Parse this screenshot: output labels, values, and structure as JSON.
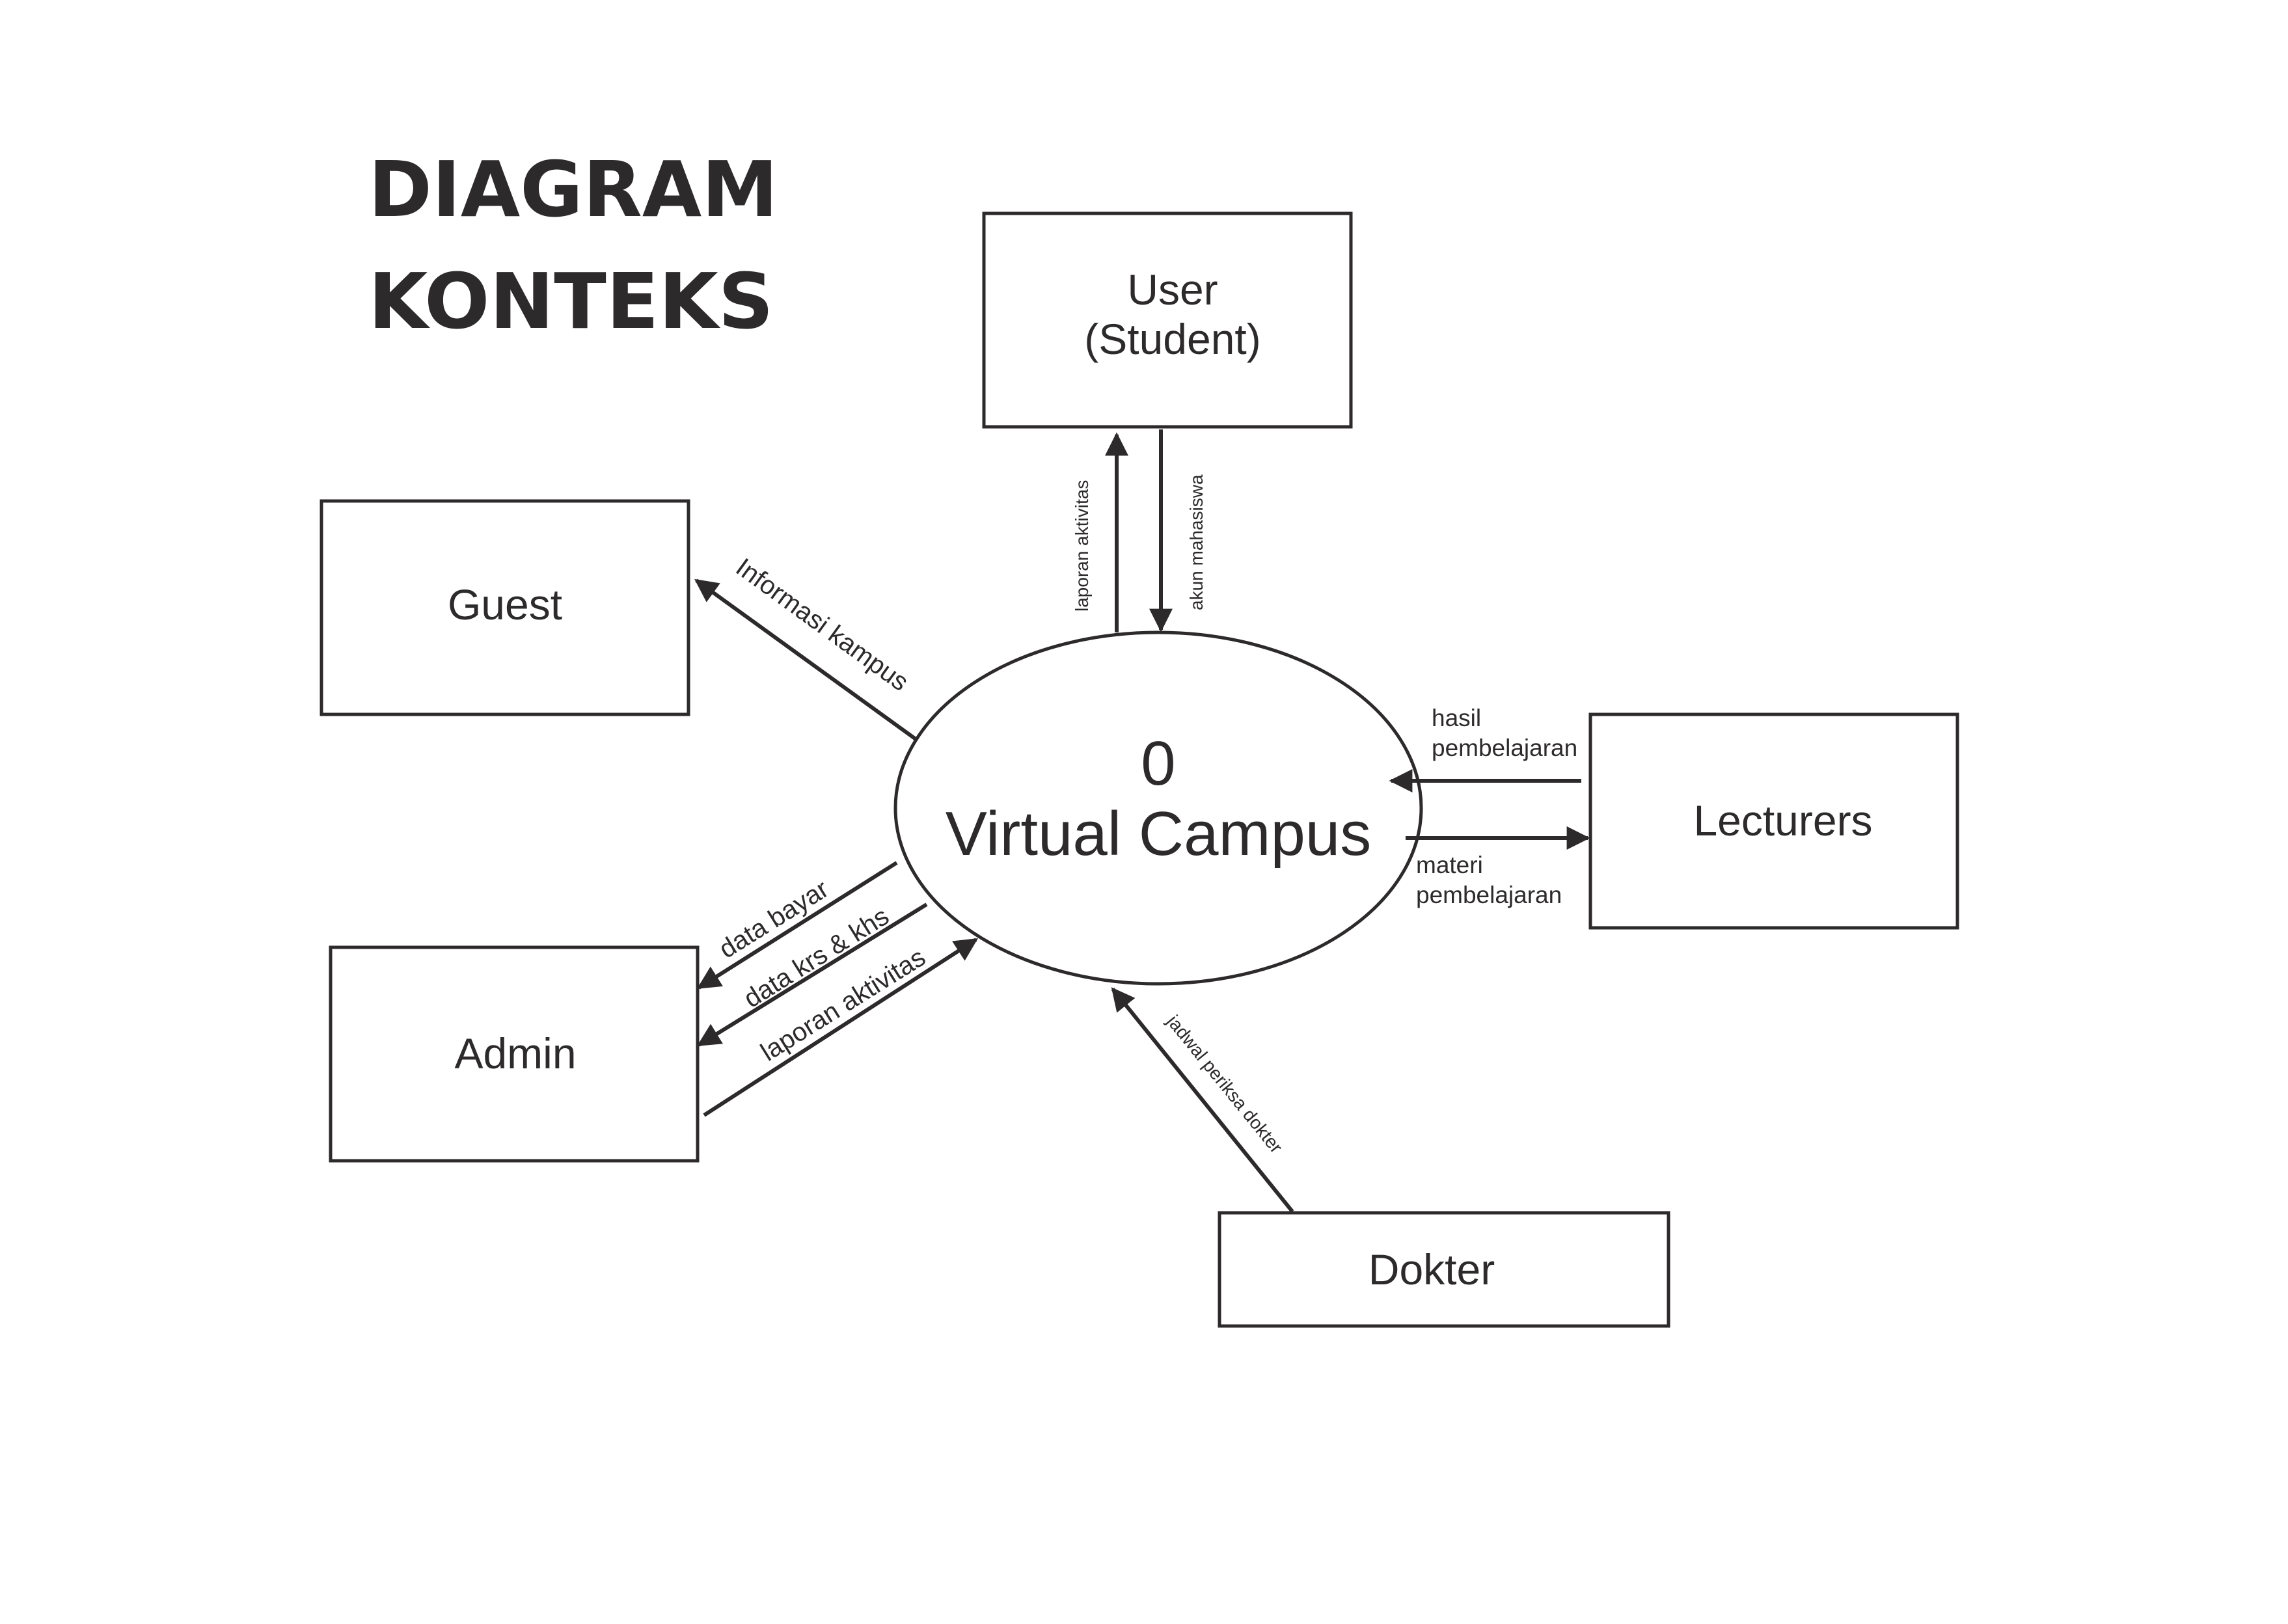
{
  "title": {
    "line1": "DIAGRAM",
    "line2": "KONTEKS"
  },
  "process": {
    "number": "0",
    "name": "Virtual Campus"
  },
  "entities": {
    "user": {
      "line1": "User",
      "line2": "(Student)"
    },
    "guest": "Guest",
    "lecturers": "Lecturers",
    "admin": "Admin",
    "dokter": "Dokter"
  },
  "flows": {
    "user_laporan_aktivitas": "laporan aktivitas",
    "user_akun_mahasiswa": "akun mahasiswa",
    "guest_informasi_kampus": "Informasi kampus",
    "lecturers_hasil_line1": "hasil",
    "lecturers_hasil_line2": "pembelajaran",
    "lecturers_materi_line1": "materi",
    "lecturers_materi_line2": "pembelajaran",
    "admin_data_bayar": "data bayar",
    "admin_data_krs_khs": "data krs & khs",
    "admin_laporan_aktivitas": "laporan aktivitas",
    "dokter_jadwal": "jadwal periksa dokter"
  },
  "colors": {
    "stroke": "#2d2a2b",
    "background": "#ffffff"
  }
}
